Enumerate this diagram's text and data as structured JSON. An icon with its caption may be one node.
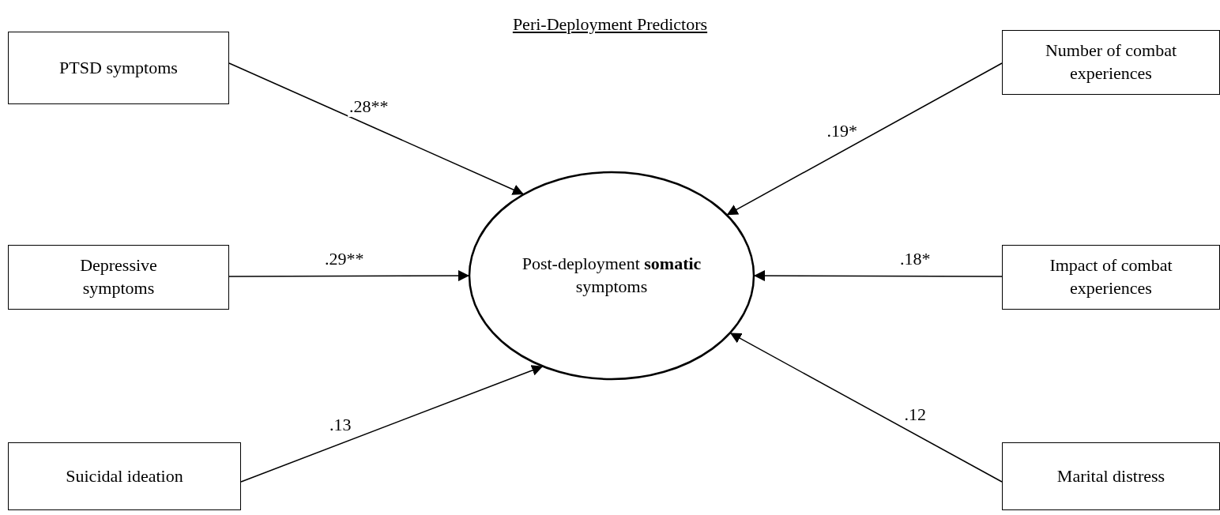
{
  "diagram": {
    "title": "Peri-Deployment Predictors",
    "nodes": [
      {
        "text": [
          "PTSD symptoms"
        ]
      },
      {
        "text": [
          "Depressive symptoms"
        ]
      },
      {
        "text": [
          "Suicidal ideation"
        ]
      },
      {
        "text": [
          "Number of combat experiences"
        ]
      },
      {
        "text": [
          "Impact of combat experiences"
        ]
      },
      {
        "text": [
          "Marital distress"
        ]
      },
      {
        "text": [
          "Post-deployment **somatic** symptoms"
        ]
      }
    ],
    "edges": [
      {
        "from": 0,
        "to": 6,
        "arrow": "to",
        "label": ".28**"
      },
      {
        "from": 1,
        "to": 6,
        "arrow": "to",
        "label": ".29**"
      },
      {
        "from": 2,
        "to": 6,
        "arrow": "to",
        "label": ".13"
      },
      {
        "from": 3,
        "to": 6,
        "arrow": "to",
        "label": ".19*"
      },
      {
        "from": 4,
        "to": 6,
        "arrow": "to",
        "label": ".18*"
      },
      {
        "from": 5,
        "to": 6,
        "arrow": "to",
        "label": ".12"
      }
    ]
  }
}
